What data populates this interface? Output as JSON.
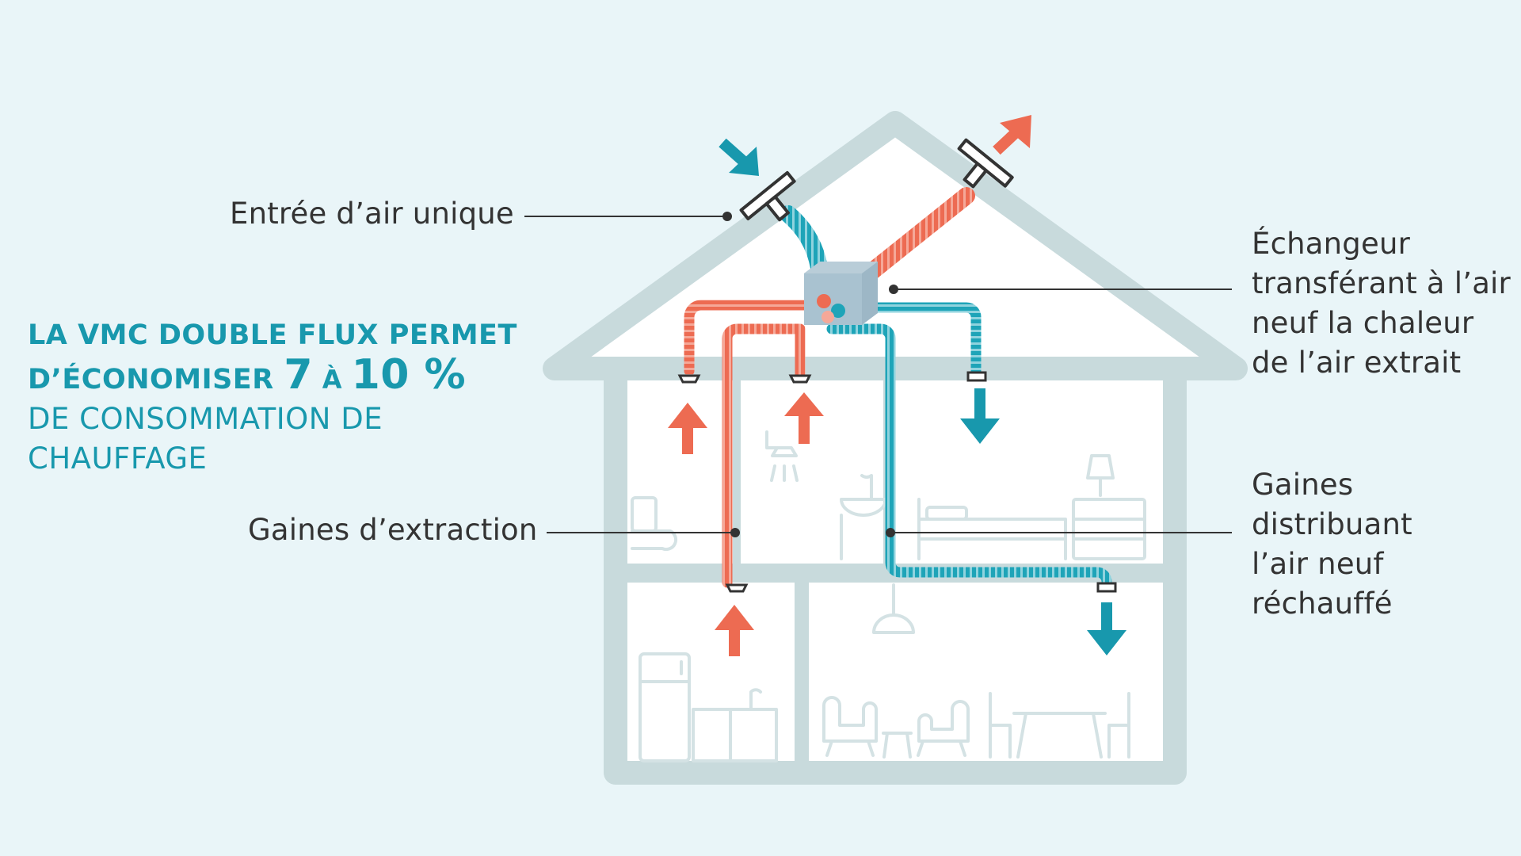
{
  "colors": {
    "background": "#e9f5f8",
    "house": "#c8dadc",
    "warm": "#ed6b52",
    "cool": "#1898ad",
    "cool_light": "#6bc3d2",
    "text": "#333333"
  },
  "icons": [
    "fresh-air-in-arrow",
    "exhaust-out-arrow",
    "heat-exchanger-icon",
    "supply-down-arrow",
    "extract-up-arrow",
    "shower-icon",
    "sink-icon",
    "toilet-icon",
    "bed-icon",
    "lamp-icon",
    "fridge-icon",
    "pendant-lamp-icon",
    "armchair-icon",
    "dining-table-icon"
  ],
  "labels": {
    "entree": "Entrée d’air unique",
    "extraction": "Gaines d’extraction",
    "echangeur": [
      "Échangeur",
      "transférant à l’air",
      "neuf la chaleur",
      "de l’air extrait"
    ],
    "distribution": [
      "Gaines",
      "distribuant",
      "l’air neuf",
      "réchauffé"
    ]
  },
  "headline": {
    "line1": "LA VMC DOUBLE FLUX PERMET",
    "line2_a": "D’ÉCONOMISER ",
    "line2_num1": "7",
    "line2_mid": " À ",
    "line2_num2": "10 %",
    "line3": "DE CONSOMMATION DE",
    "line4": "CHAUFFAGE"
  }
}
